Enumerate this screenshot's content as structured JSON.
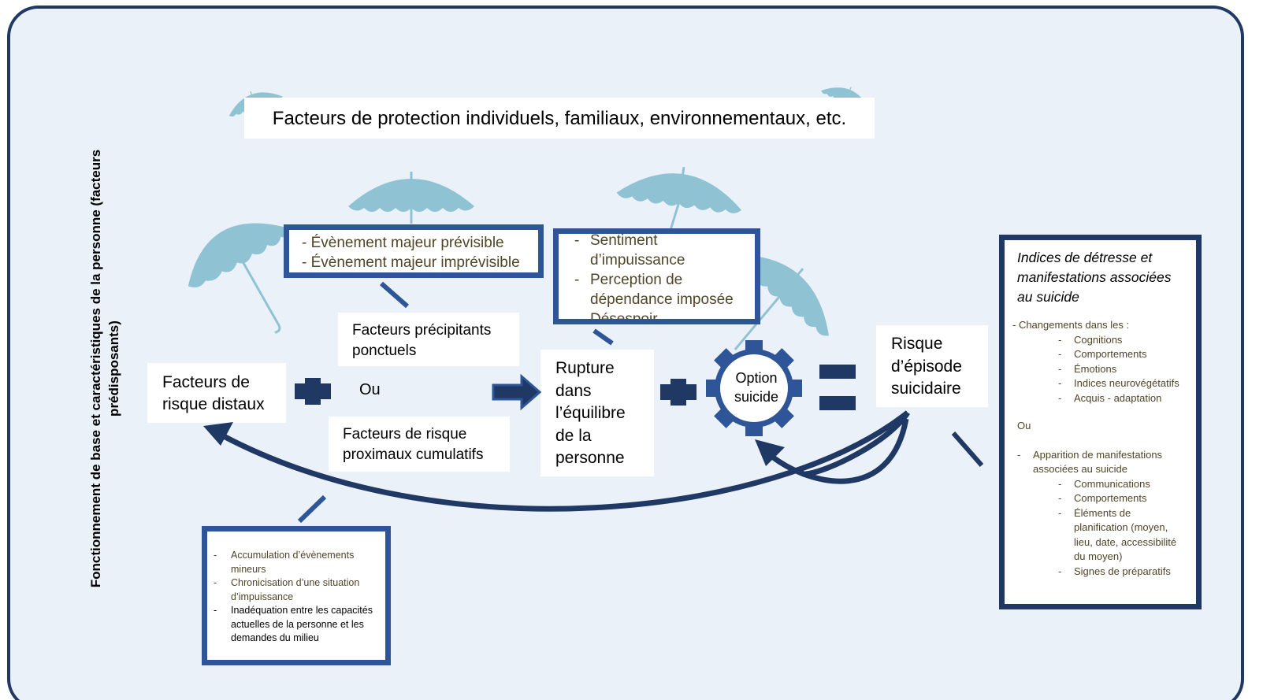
{
  "vertical_label": "Fonctionnement de base et caractéristiques de la personne (facteurs prédisposants)",
  "protection": "Facteurs de protection individuels, familiaux, environnementaux, etc.",
  "events_box": [
    "- Évènement majeur prévisible",
    "- Évènement majeur imprévisible"
  ],
  "feelings_box": [
    "Sentiment d’impuissance",
    "Perception de dépendance imposée",
    "Désespoir"
  ],
  "precipitants": "Facteurs précipitants ponctuels",
  "distal": "Facteurs de risque distaux",
  "ou": "Ou",
  "proximal": "Facteurs de risque proximaux cumulatifs",
  "rupture": "Rupture dans l’équilibre de la personne",
  "option": "Option suicide",
  "risk": "Risque d’épisode suicidaire",
  "accumulation_box": {
    "items": [
      "Accumulation d’évènements mineurs",
      "Chronicisation d’une situation d’impuissance"
    ],
    "item_dark": "Inadéquation entre les capacités actuelles de la personne et les demandes du milieu"
  },
  "indices": {
    "title": "Indices de détresse et manifestations associées au suicide",
    "changes_label": "- Changements dans les :",
    "changes": [
      "Cognitions",
      "Comportements",
      "Émotions",
      "Indices neurovégétatifs",
      "Acquis - adaptation"
    ],
    "ou": "Ou",
    "appearance_label": "Apparition de manifestations associées au suicide",
    "appearance": [
      "Communications",
      "Comportements",
      "Éléments de planification (moyen, lieu, date, accessibilité du moyen)",
      "Signes de préparatifs"
    ]
  },
  "icons": [
    "umbrella-icon",
    "plus-icon",
    "arrow-right-icon",
    "equals-icon",
    "gear-icon",
    "curved-arrow-icon"
  ],
  "colors": {
    "border": "#1f3864",
    "box_border": "#2e5597",
    "umbrella": "#8fc3d3",
    "background": "#ebf1f9",
    "olive_text": "#4f4528"
  }
}
